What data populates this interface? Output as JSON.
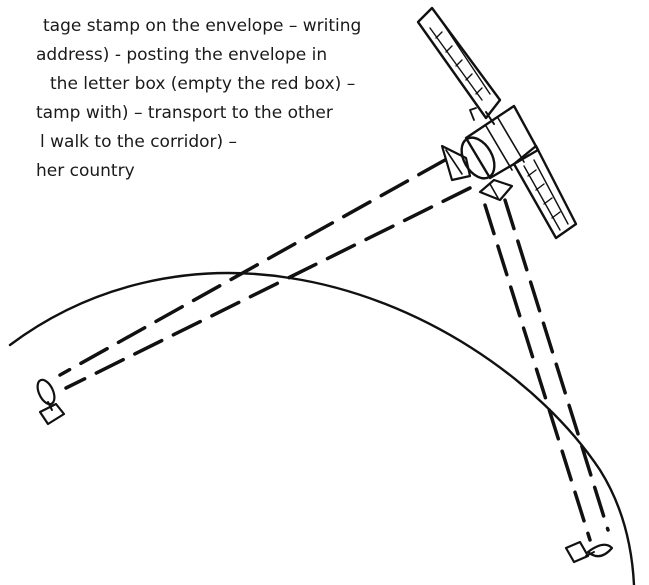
{
  "caption": {
    "lines": [
      "tage stamp on the envelope – writing",
      "address) - posting the envelope in",
      "the letter box (empty the red box) –",
      "tamp with) – transport to the other",
      "l walk to the corridor) –",
      "her country"
    ]
  },
  "icons": {
    "satellite": "satellite-icon",
    "ground_station_left": "satellite-dish-icon",
    "ground_station_right": "satellite-dish-icon"
  }
}
